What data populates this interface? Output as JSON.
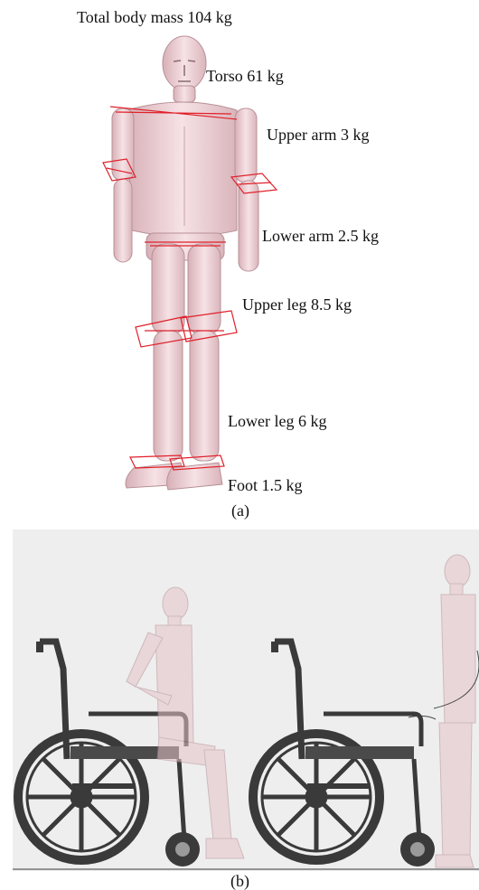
{
  "panel_a": {
    "labels": {
      "total_body_mass": "Total body mass   104 kg",
      "torso": "Torso 61 kg",
      "upper_arm": "Upper arm  3 kg",
      "lower_arm": "Lower arm    2.5  kg",
      "upper_leg": "Upper leg  8.5 kg",
      "lower_leg": "Lower leg   6 kg",
      "foot": "Foot  1.5 kg"
    },
    "caption": "(a)"
  },
  "panel_b": {
    "caption": "(b)"
  },
  "colors": {
    "skin": "#f2d8dc",
    "skin_shade": "#d9b4ba",
    "joint_marker": "#e0202a",
    "wheelchair": "#3a3a3a",
    "panel_bg": "#eeeeee"
  }
}
